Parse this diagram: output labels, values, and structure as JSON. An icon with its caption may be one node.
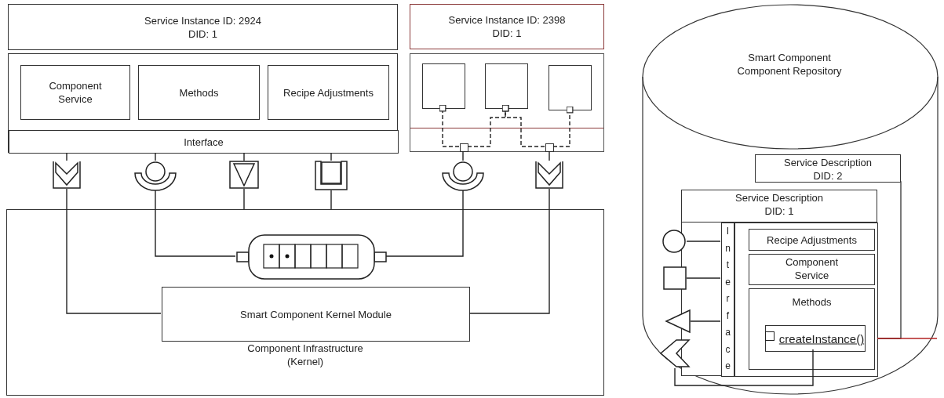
{
  "diagram": {
    "nodes": [
      {
        "text": [
          "Service Instance ID: 2924 DID: 1"
        ]
      },
      {
        "text": [],
        "shape": "box"
      },
      {
        "text": [
          "Component Service"
        ],
        "in": 1
      },
      {
        "text": [
          "Methods"
        ],
        "in": 1
      },
      {
        "text": [
          "Recipe Adjustments"
        ],
        "in": 1
      },
      {
        "text": [
          "Interface"
        ],
        "in": 1
      },
      {
        "text": [
          "Service Instance ID: 2398 DID: 1"
        ]
      },
      {
        "text": [],
        "shape": "box"
      },
      {
        "text": [],
        "shape": "box",
        "in": 7
      },
      {
        "text": [],
        "shape": "box",
        "in": 7
      },
      {
        "text": [],
        "shape": "box",
        "in": 7
      },
      {
        "text": [],
        "shape": "box",
        "in": 7
      },
      {
        "text": [],
        "shape": "box",
        "in": 7
      },
      {
        "text": [],
        "shape": "chevron"
      },
      {
        "text": [],
        "shape": "socket"
      },
      {
        "text": [],
        "shape": "triangle"
      },
      {
        "text": [],
        "shape": "box"
      },
      {
        "text": [],
        "shape": "socket"
      },
      {
        "text": [],
        "shape": "chevron"
      },
      {
        "text": [
          "Component Infrastructure (Kernel)"
        ]
      },
      {
        "text": [],
        "shape": "capsule",
        "in": 19
      },
      {
        "text": [
          "Smart Component Kernel Module"
        ],
        "in": 19
      },
      {
        "text": [
          "Smart Component Component Repository"
        ]
      },
      {
        "text": [
          "Service Description DID: 2"
        ],
        "in": 22
      },
      {
        "text": [
          "Service Description DID: 1"
        ],
        "in": 22
      },
      {
        "text": [
          "Interface"
        ],
        "in": 24
      },
      {
        "text": [],
        "shape": "box",
        "in": 24
      },
      {
        "text": [
          "Recipe Adjustments"
        ],
        "in": 26
      },
      {
        "text": [
          "Component Service"
        ],
        "in": 26
      },
      {
        "text": [
          "Methods"
        ],
        "in": 26
      },
      {
        "text": [
          "createInstance()"
        ],
        "in": 29
      },
      {
        "text": [],
        "shape": "circle",
        "in": 22
      },
      {
        "text": [],
        "shape": "box",
        "in": 22
      },
      {
        "text": [],
        "shape": "triangle",
        "in": 22
      },
      {
        "text": [],
        "shape": "chevron",
        "in": 22
      }
    ],
    "edges": [
      {
        "from": 11,
        "to": 8,
        "arrow": "other",
        "style": "dashed"
      },
      {
        "from": 11,
        "to": 9,
        "arrow": "other",
        "style": "dashed"
      },
      {
        "from": 12,
        "to": 9,
        "arrow": "other",
        "style": "dashed"
      },
      {
        "from": 12,
        "to": 10,
        "arrow": "other",
        "style": "dashed"
      },
      {
        "from": 5,
        "to": 13,
        "arrow": "none"
      },
      {
        "from": 5,
        "to": 14,
        "arrow": "none"
      },
      {
        "from": 5,
        "to": 15,
        "arrow": "none"
      },
      {
        "from": 5,
        "to": 16,
        "arrow": "none"
      },
      {
        "from": 11,
        "to": 17,
        "arrow": "none"
      },
      {
        "from": 12,
        "to": 18,
        "arrow": "none"
      },
      {
        "from": 13,
        "to": 21,
        "arrow": "none"
      },
      {
        "from": 14,
        "to": 20,
        "arrow": "none"
      },
      {
        "from": 15,
        "to": 19,
        "arrow": "none"
      },
      {
        "from": 16,
        "to": 19,
        "arrow": "none"
      },
      {
        "from": 17,
        "to": 20,
        "arrow": "none"
      },
      {
        "from": 18,
        "to": 21,
        "arrow": "none"
      },
      {
        "from": 25,
        "to": 31,
        "arrow": "none"
      },
      {
        "from": 25,
        "to": 32,
        "arrow": "none"
      },
      {
        "from": 25,
        "to": 33,
        "arrow": "none"
      },
      {
        "from": 30,
        "to": 34,
        "arrow": "none"
      },
      {
        "from": 24,
        "to": 22,
        "arrow": "none",
        "color": "#b22222"
      }
    ]
  }
}
